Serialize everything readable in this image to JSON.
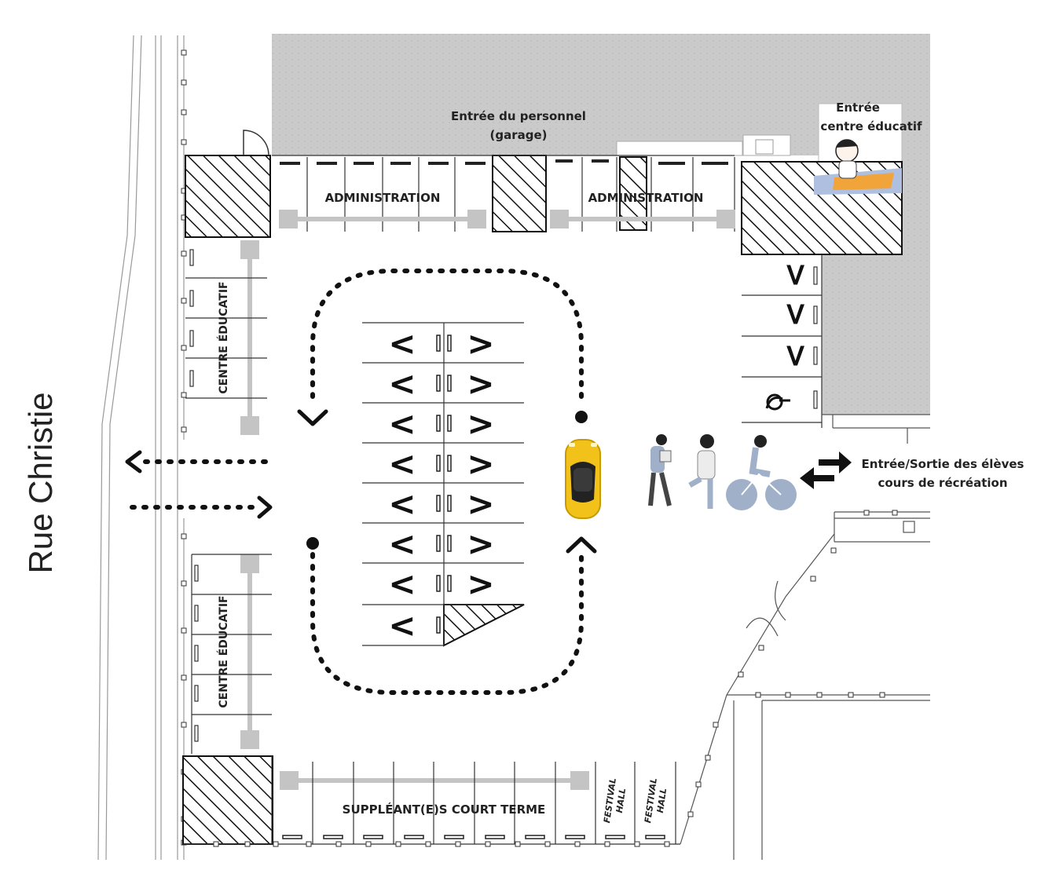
{
  "street": {
    "name": "Rue Christie"
  },
  "labels": {
    "staff_entrance_line1": "Entrée du personnel",
    "staff_entrance_line2": "(garage)",
    "education_entrance_line1": "Entrée",
    "education_entrance_line2": "centre éducatif",
    "admin_left": "ADMINISTRATION",
    "admin_right": "ADMINISTRATION",
    "centre_top": "CENTRE ÉDUCATIF",
    "centre_bottom": "CENTRE ÉDUCATIF",
    "supply": "SUPPLÉANT(E)S COURT TERME",
    "festival_1": "FESTIVAL",
    "festival_1b": "HALL",
    "festival_2": "FESTIVAL",
    "festival_2b": "HALL",
    "students_line1": "Entrée/Sortie des élèves",
    "students_line2": "cours de récréation"
  },
  "colors": {
    "building": "#c9c9c9",
    "connector": "#c4c4c4",
    "car": "#f2c21b",
    "people": "#9fb0c8",
    "mat": "#f0a43a",
    "sandbox": "#aebfe0"
  },
  "icons": [
    "car-icon",
    "bicycle-icon",
    "people-icon",
    "child-icon",
    "double-arrow-icon"
  ]
}
